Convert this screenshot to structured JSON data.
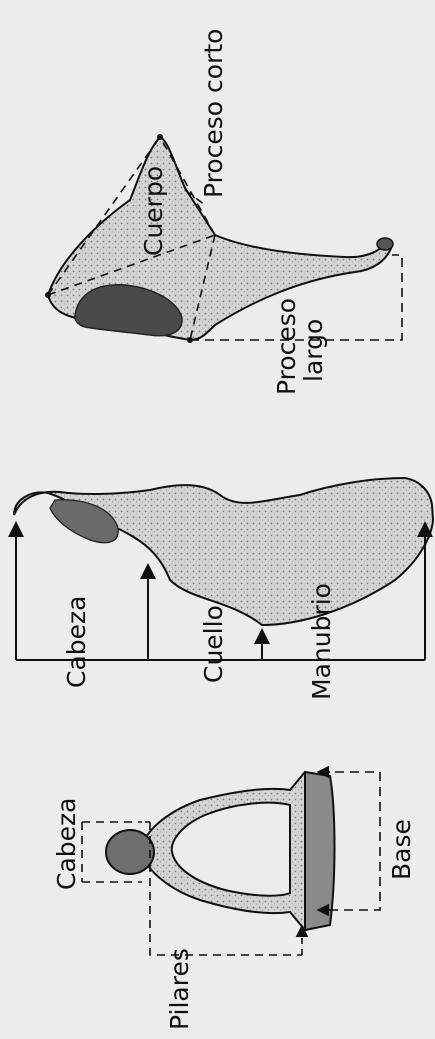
{
  "incus_labels": {
    "body": "Cuerpo",
    "short_process": "Proceso corto",
    "long_process_line1": "Proceso",
    "long_process_line2": "largo"
  },
  "malleus_labels": {
    "head": "Cabeza",
    "neck": "Cuello",
    "handle": "Manubrio"
  },
  "stapes_labels": {
    "head": "Cabeza",
    "crura": "Pilares",
    "base": "Base"
  },
  "colors": {
    "paper": "#ececec",
    "ink": "#111111",
    "bone_fill": "#d8d8d8",
    "dark_facet": "#4a4a4a"
  }
}
